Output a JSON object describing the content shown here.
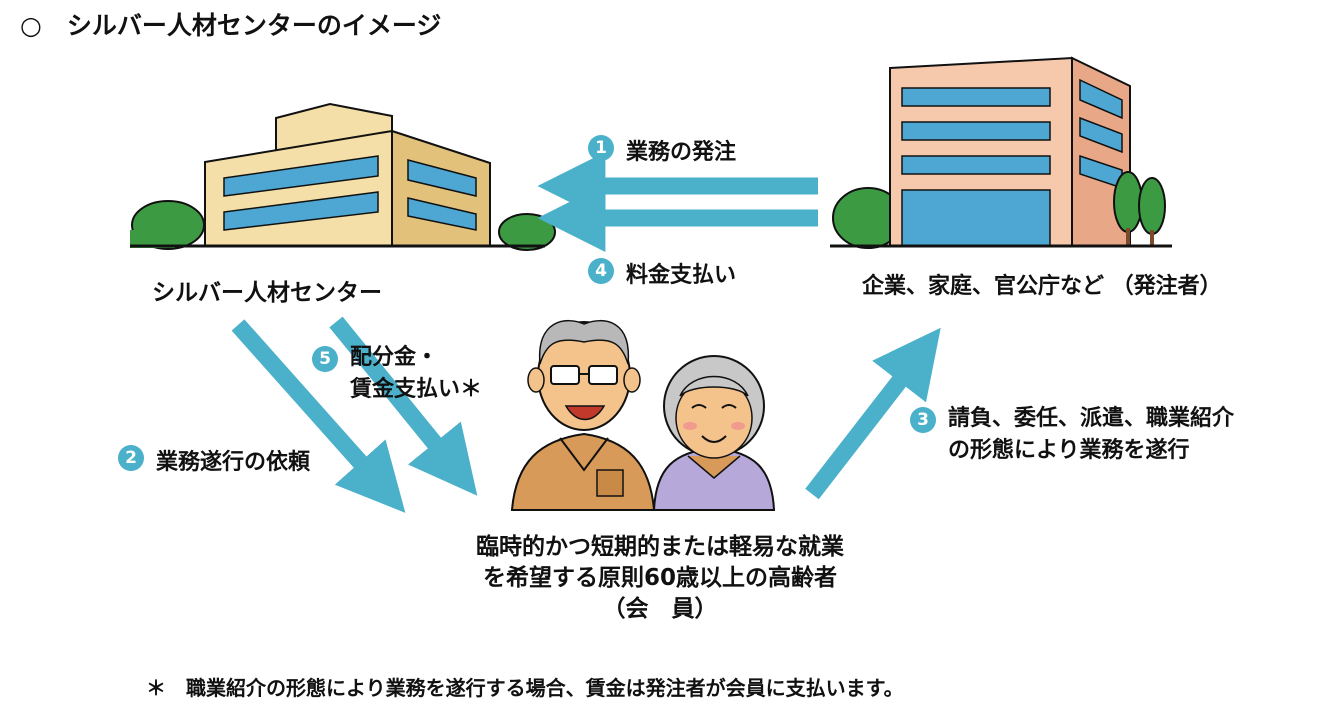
{
  "title": "○　シルバー人材センターのイメージ",
  "silver_center_label": "シルバー人材センター",
  "client_label": "企業、家庭、官公庁など （発注者）",
  "steps": [
    {
      "num": "1",
      "lines": [
        "業務の発注"
      ]
    },
    {
      "num": "2",
      "lines": [
        "業務遂行の依頼"
      ]
    },
    {
      "num": "3",
      "lines": [
        "請負、委任、派遣、職業紹介",
        "の形態により業務を遂行"
      ]
    },
    {
      "num": "4",
      "lines": [
        "料金支払い"
      ]
    },
    {
      "num": "5",
      "lines": [
        "配分金・",
        "賃金支払い＊"
      ]
    }
  ],
  "member": {
    "lines": [
      "臨時的かつ短期的または軽易な就業",
      "を希望する原則60歳以上の高齢者",
      "（会　員）"
    ]
  },
  "footnote": {
    "mark": "＊",
    "text": "職業紹介の形態により業務を遂行する場合、賃金は発注者が会員に支払います。"
  },
  "colors": {
    "arrow": "#4bb0c9",
    "number_badge": "#4bb0c9",
    "building_wall": "#f3dfa7",
    "building_window": "#4ea6d2",
    "office_wall": "#f6c9ad",
    "tree": "#3c9a43"
  }
}
